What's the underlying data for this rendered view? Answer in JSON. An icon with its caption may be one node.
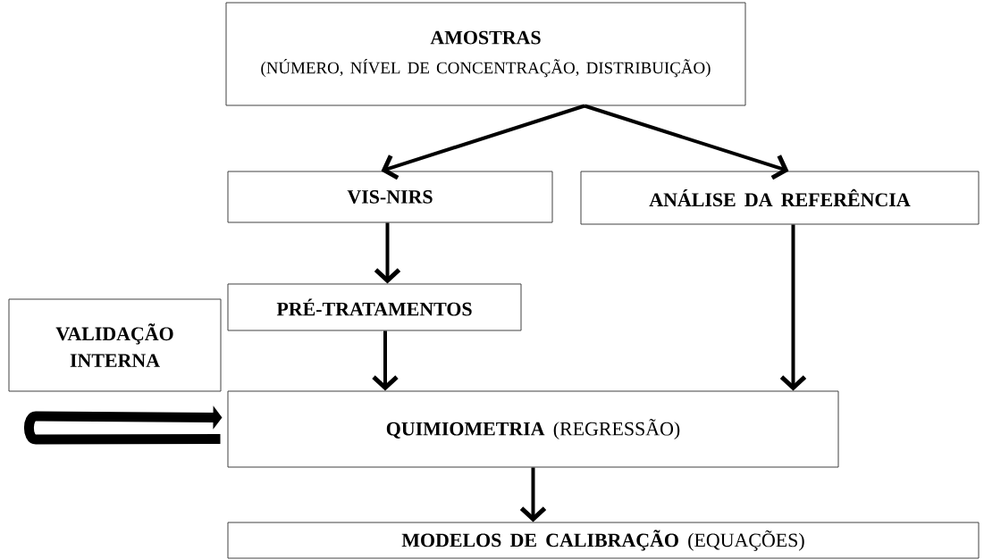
{
  "diagram": {
    "nodes": [
      {
        "text": [
          "AMOSTRAS",
          "(NÚMERO, NÍVEL DE CONCENTRAÇÃO, DISTRIBUIÇÃO)"
        ]
      },
      {
        "text": [
          "VIS-NIRS"
        ]
      },
      {
        "text": [
          "ANÁLISE DA REFERÊNCIA"
        ]
      },
      {
        "text": [
          "PRÉ-TRATAMENTOS"
        ]
      },
      {
        "text": [
          "VALIDAÇÃO INTERNA"
        ]
      },
      {
        "text": [
          "**QUIMIOMETRIA** (REGRESSÃO)"
        ]
      },
      {
        "text": [
          "**MODELOS DE CALIBRAÇÃO** (EQUAÇÕES)"
        ]
      }
    ],
    "edges": [
      {
        "from": 0,
        "to": 1,
        "arrow": "to"
      },
      {
        "from": 0,
        "to": 2,
        "arrow": "to"
      },
      {
        "from": 1,
        "to": 3,
        "arrow": "to"
      },
      {
        "from": 3,
        "to": 5,
        "arrow": "to"
      },
      {
        "from": 2,
        "to": 5,
        "arrow": "to"
      },
      {
        "from": 5,
        "to": 6,
        "arrow": "to"
      },
      {
        "from": 5,
        "to": 5,
        "arrow": "to",
        "style": "thick"
      }
    ]
  }
}
